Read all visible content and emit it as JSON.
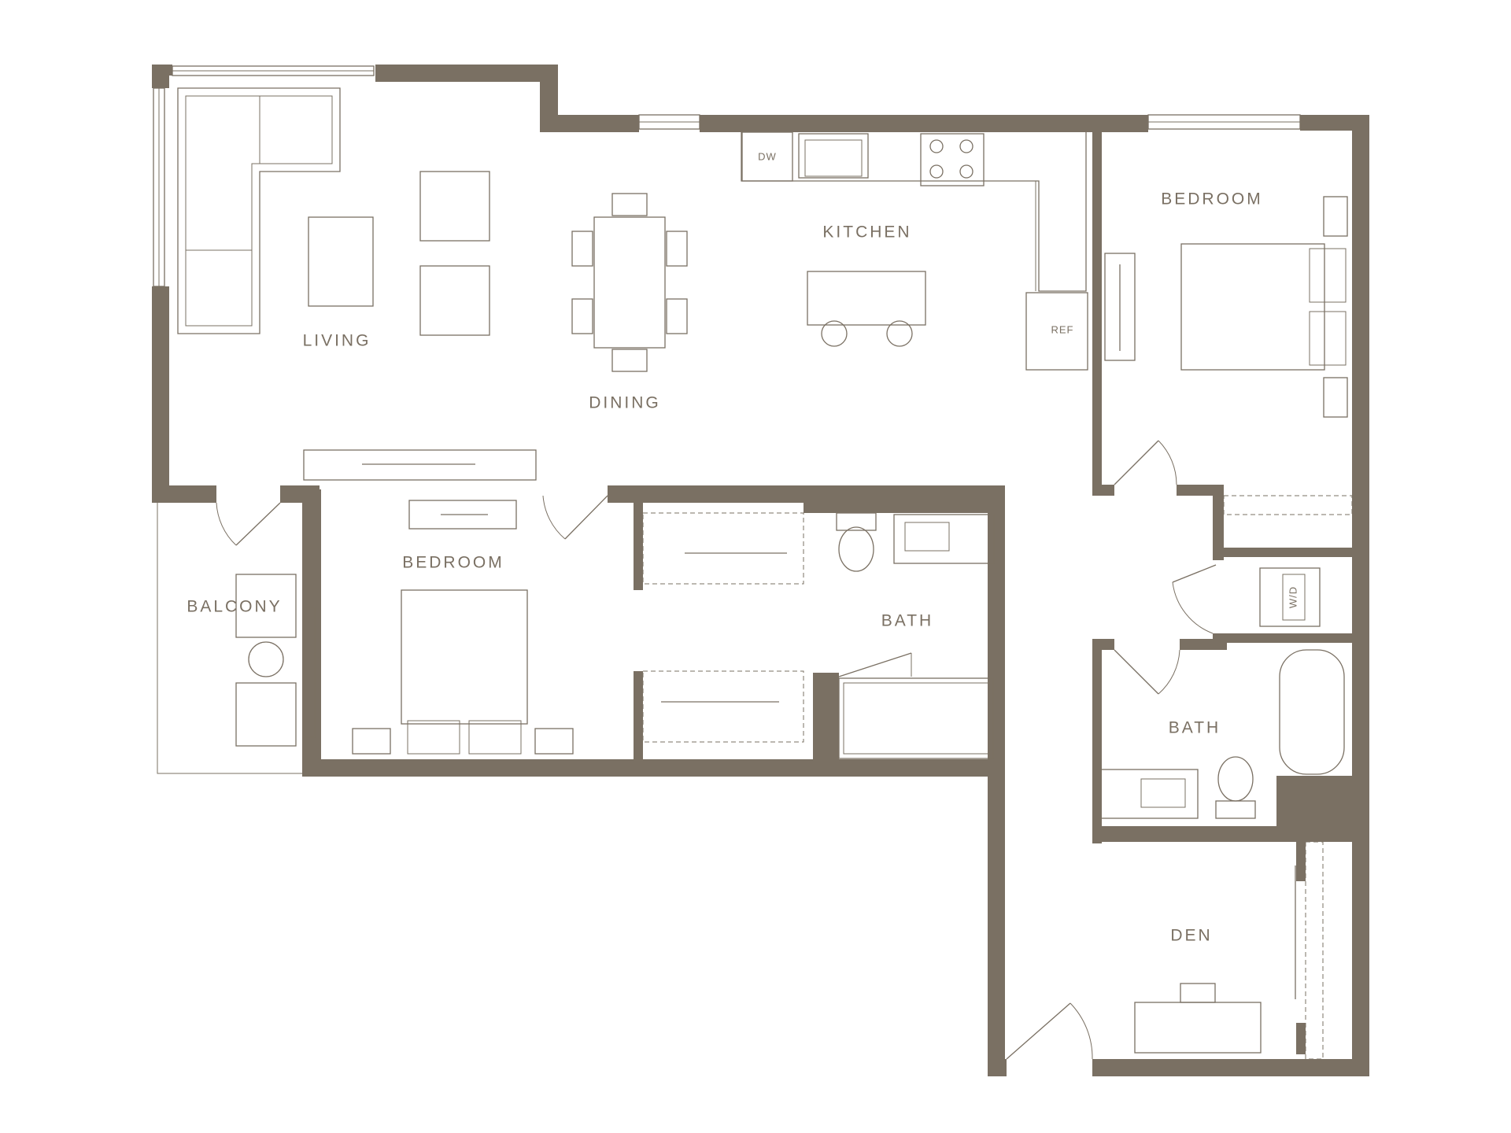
{
  "rooms": {
    "living": "LIVING",
    "dining": "DINING",
    "kitchen": "KITCHEN",
    "bedroom_main": "BEDROOM",
    "bedroom_second": "BEDROOM",
    "balcony": "BALCONY",
    "bath_one": "BATH",
    "bath_two": "BATH",
    "den": "DEN"
  },
  "appliances": {
    "dishwasher": "DW",
    "refrigerator": "REF",
    "washer_dryer": "W/D"
  },
  "colors": {
    "wall": "#7a7063",
    "background": "#ffffff"
  }
}
